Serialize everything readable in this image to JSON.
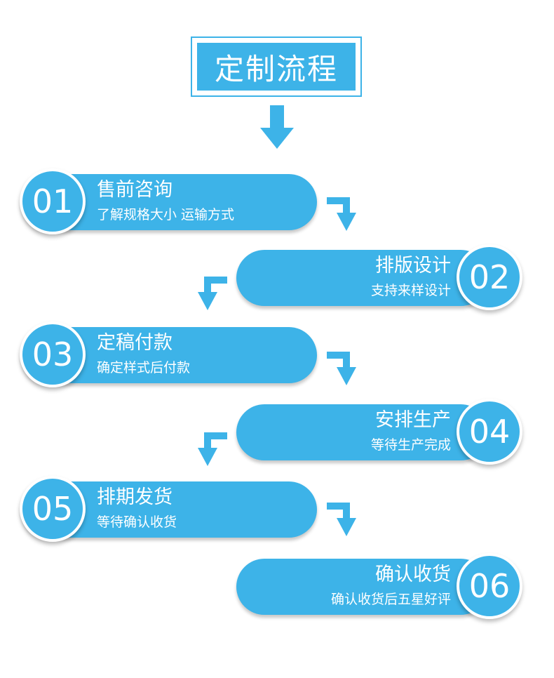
{
  "title": "定制流程",
  "steps": [
    {
      "num": "01",
      "title": "售前咨询",
      "subtitle": "了解规格大小 运输方式"
    },
    {
      "num": "02",
      "title": "排版设计",
      "subtitle": "支持来样设计"
    },
    {
      "num": "03",
      "title": "定稿付款",
      "subtitle": "确定样式后付款"
    },
    {
      "num": "04",
      "title": "安排生产",
      "subtitle": "等待生产完成"
    },
    {
      "num": "05",
      "title": "排期发货",
      "subtitle": "等待确认收货"
    },
    {
      "num": "06",
      "title": "确认收货",
      "subtitle": "确认收货后五星好评"
    }
  ],
  "colors": {
    "accent": "#3db3e8",
    "background": "#ffffff"
  },
  "icons": {
    "flow_arrow": "down-arrow-icon",
    "bend_right": "bend-right-down-arrow-icon",
    "bend_left": "bend-left-down-arrow-icon"
  }
}
